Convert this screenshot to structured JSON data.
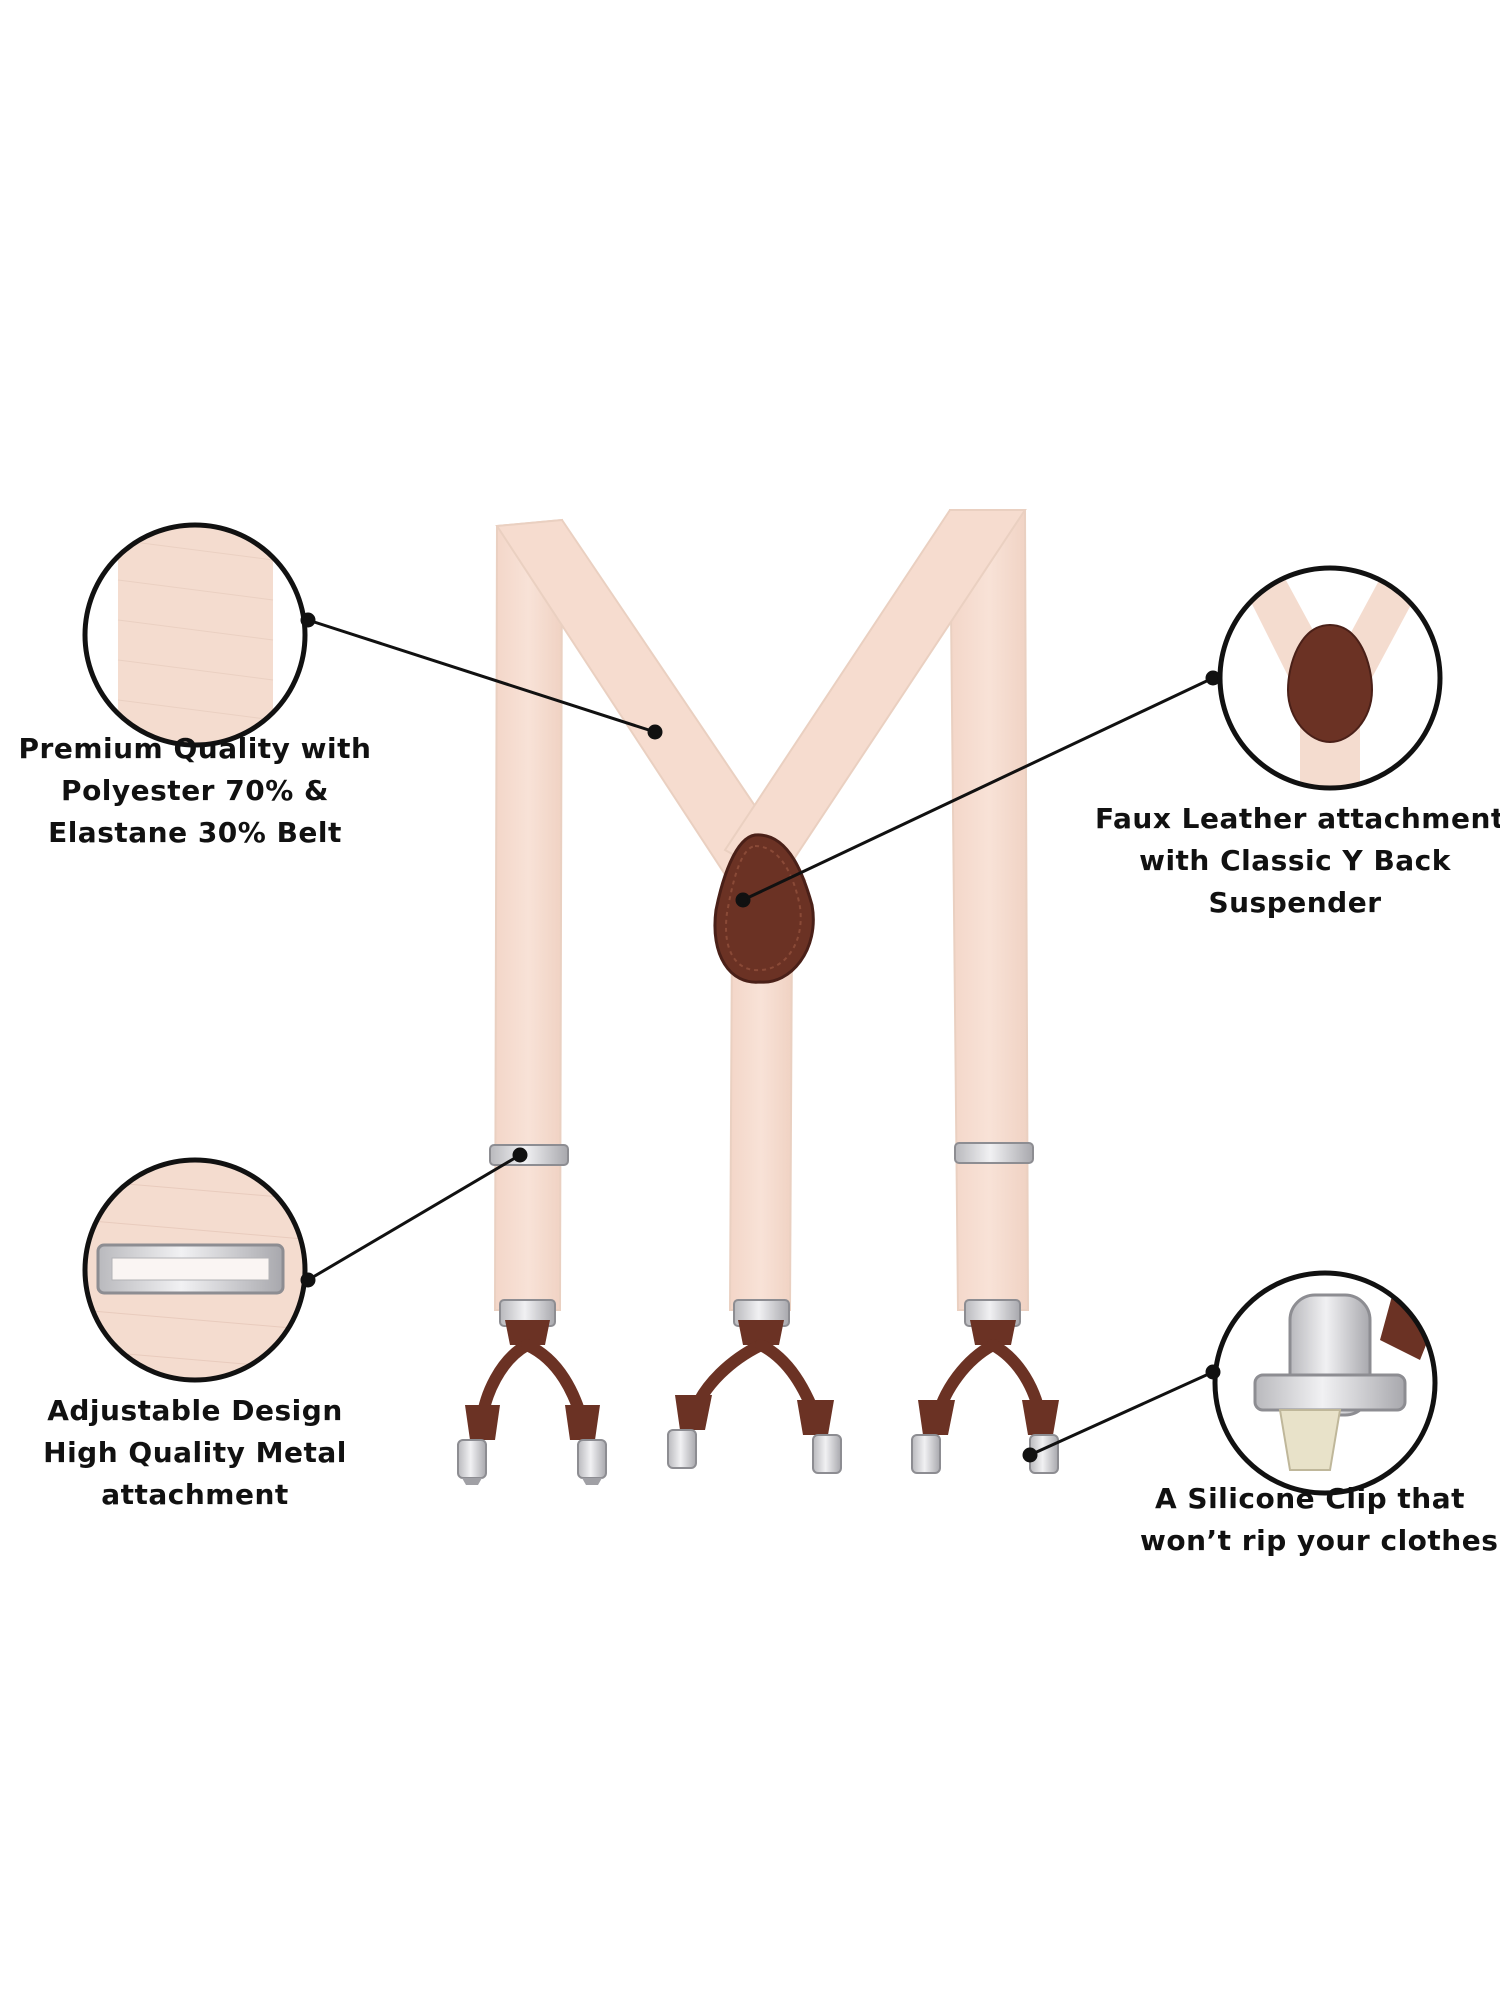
{
  "features": [
    {
      "id": "fabric",
      "lines": [
        "Premium Quality with",
        "Polyester 70% &",
        "Elastane 30% Belt"
      ]
    },
    {
      "id": "leather",
      "lines": [
        "Faux Leather attachment",
        "with Classic Y Back",
        "Suspender"
      ]
    },
    {
      "id": "adjust",
      "lines": [
        "Adjustable Design",
        "High Quality Metal",
        "attachment"
      ]
    },
    {
      "id": "clip",
      "lines": [
        "A Silicone Clip that",
        "won’t rip your clothes"
      ]
    }
  ],
  "colors": {
    "strap": "#f7dfd3",
    "strap_shadow": "#ecc9b8",
    "leather": "#6b3224",
    "leather_dark": "#4a2018",
    "metal": "#d9d9dc",
    "outline": "#111111",
    "background": "#ffffff"
  }
}
